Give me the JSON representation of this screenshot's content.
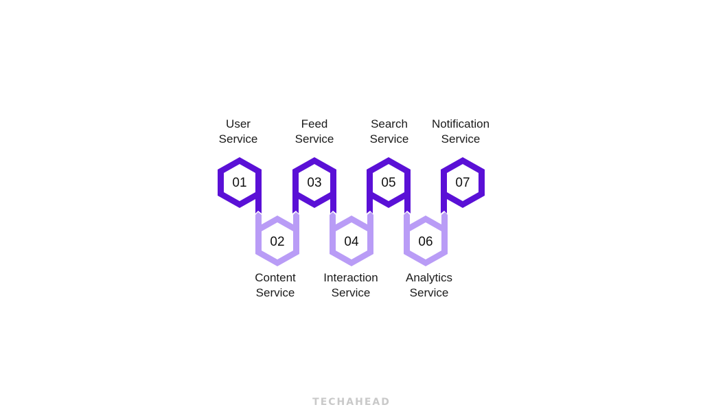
{
  "colors": {
    "top_hex": "#5A10D6",
    "bottom_hex": "#B99CF6",
    "background": "#FFFFFF",
    "brand": "#C9C9C9"
  },
  "services": [
    {
      "number": "01",
      "line1": "User",
      "line2": "Service",
      "row": "top"
    },
    {
      "number": "02",
      "line1": "Content",
      "line2": "Service",
      "row": "bottom"
    },
    {
      "number": "03",
      "line1": "Feed",
      "line2": "Service",
      "row": "top"
    },
    {
      "number": "04",
      "line1": "Interaction",
      "line2": "Service",
      "row": "bottom"
    },
    {
      "number": "05",
      "line1": "Search",
      "line2": "Service",
      "row": "top"
    },
    {
      "number": "06",
      "line1": "Analytics",
      "line2": "Service",
      "row": "bottom"
    },
    {
      "number": "07",
      "line1": "Notification",
      "line2": "Service",
      "row": "top"
    }
  ],
  "brand": {
    "text": "TECHAHEAD"
  }
}
